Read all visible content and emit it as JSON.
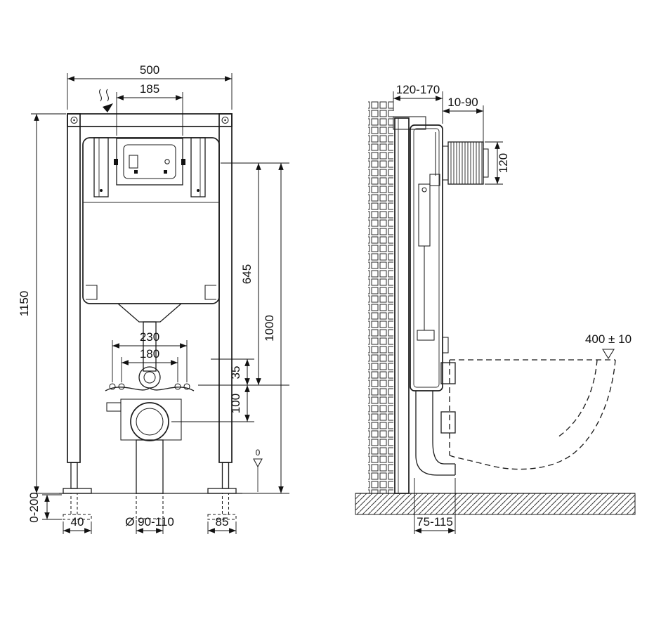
{
  "front": {
    "width_500": "500",
    "width_185": "185",
    "height_1150": "1150",
    "height_645": "645",
    "height_1000": "1000",
    "width_230": "230",
    "width_180": "180",
    "offset_35": "35",
    "offset_100": "100",
    "datum_zero": "0",
    "feet_0_200": "0-200",
    "offset_40": "40",
    "drain_diameter": "Ø 90-110",
    "offset_85": "85"
  },
  "side": {
    "depth_120_170": "120-170",
    "gap_10_90": "10-90",
    "inlet_120": "120",
    "bowl_height_400": "400 ± 10",
    "outlet_75_115": "75-115"
  }
}
